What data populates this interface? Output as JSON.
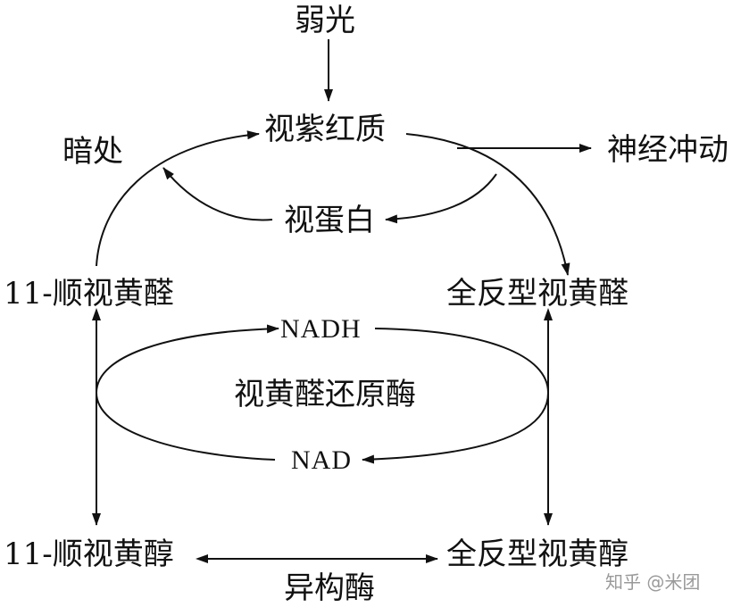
{
  "labels": {
    "weak_light": "弱光",
    "rhodopsin": "视紫红质",
    "dark": "暗处",
    "nerve_impulse": "神经冲动",
    "opsin": "视蛋白",
    "cis_retinal": "11-顺视黄醛",
    "trans_retinal": "全反型视黄醛",
    "nadh": "NADH",
    "reductase": "视黄醛还原酶",
    "nad": "NAD",
    "cis_retinol": "11-顺视黄醇",
    "trans_retinol": "全反型视黄醇",
    "isomerase": "异构酶"
  },
  "watermark": "知乎 @米团",
  "colors": {
    "ink": "#111111",
    "background": "#ffffff",
    "watermark": "#9a9a9a"
  }
}
